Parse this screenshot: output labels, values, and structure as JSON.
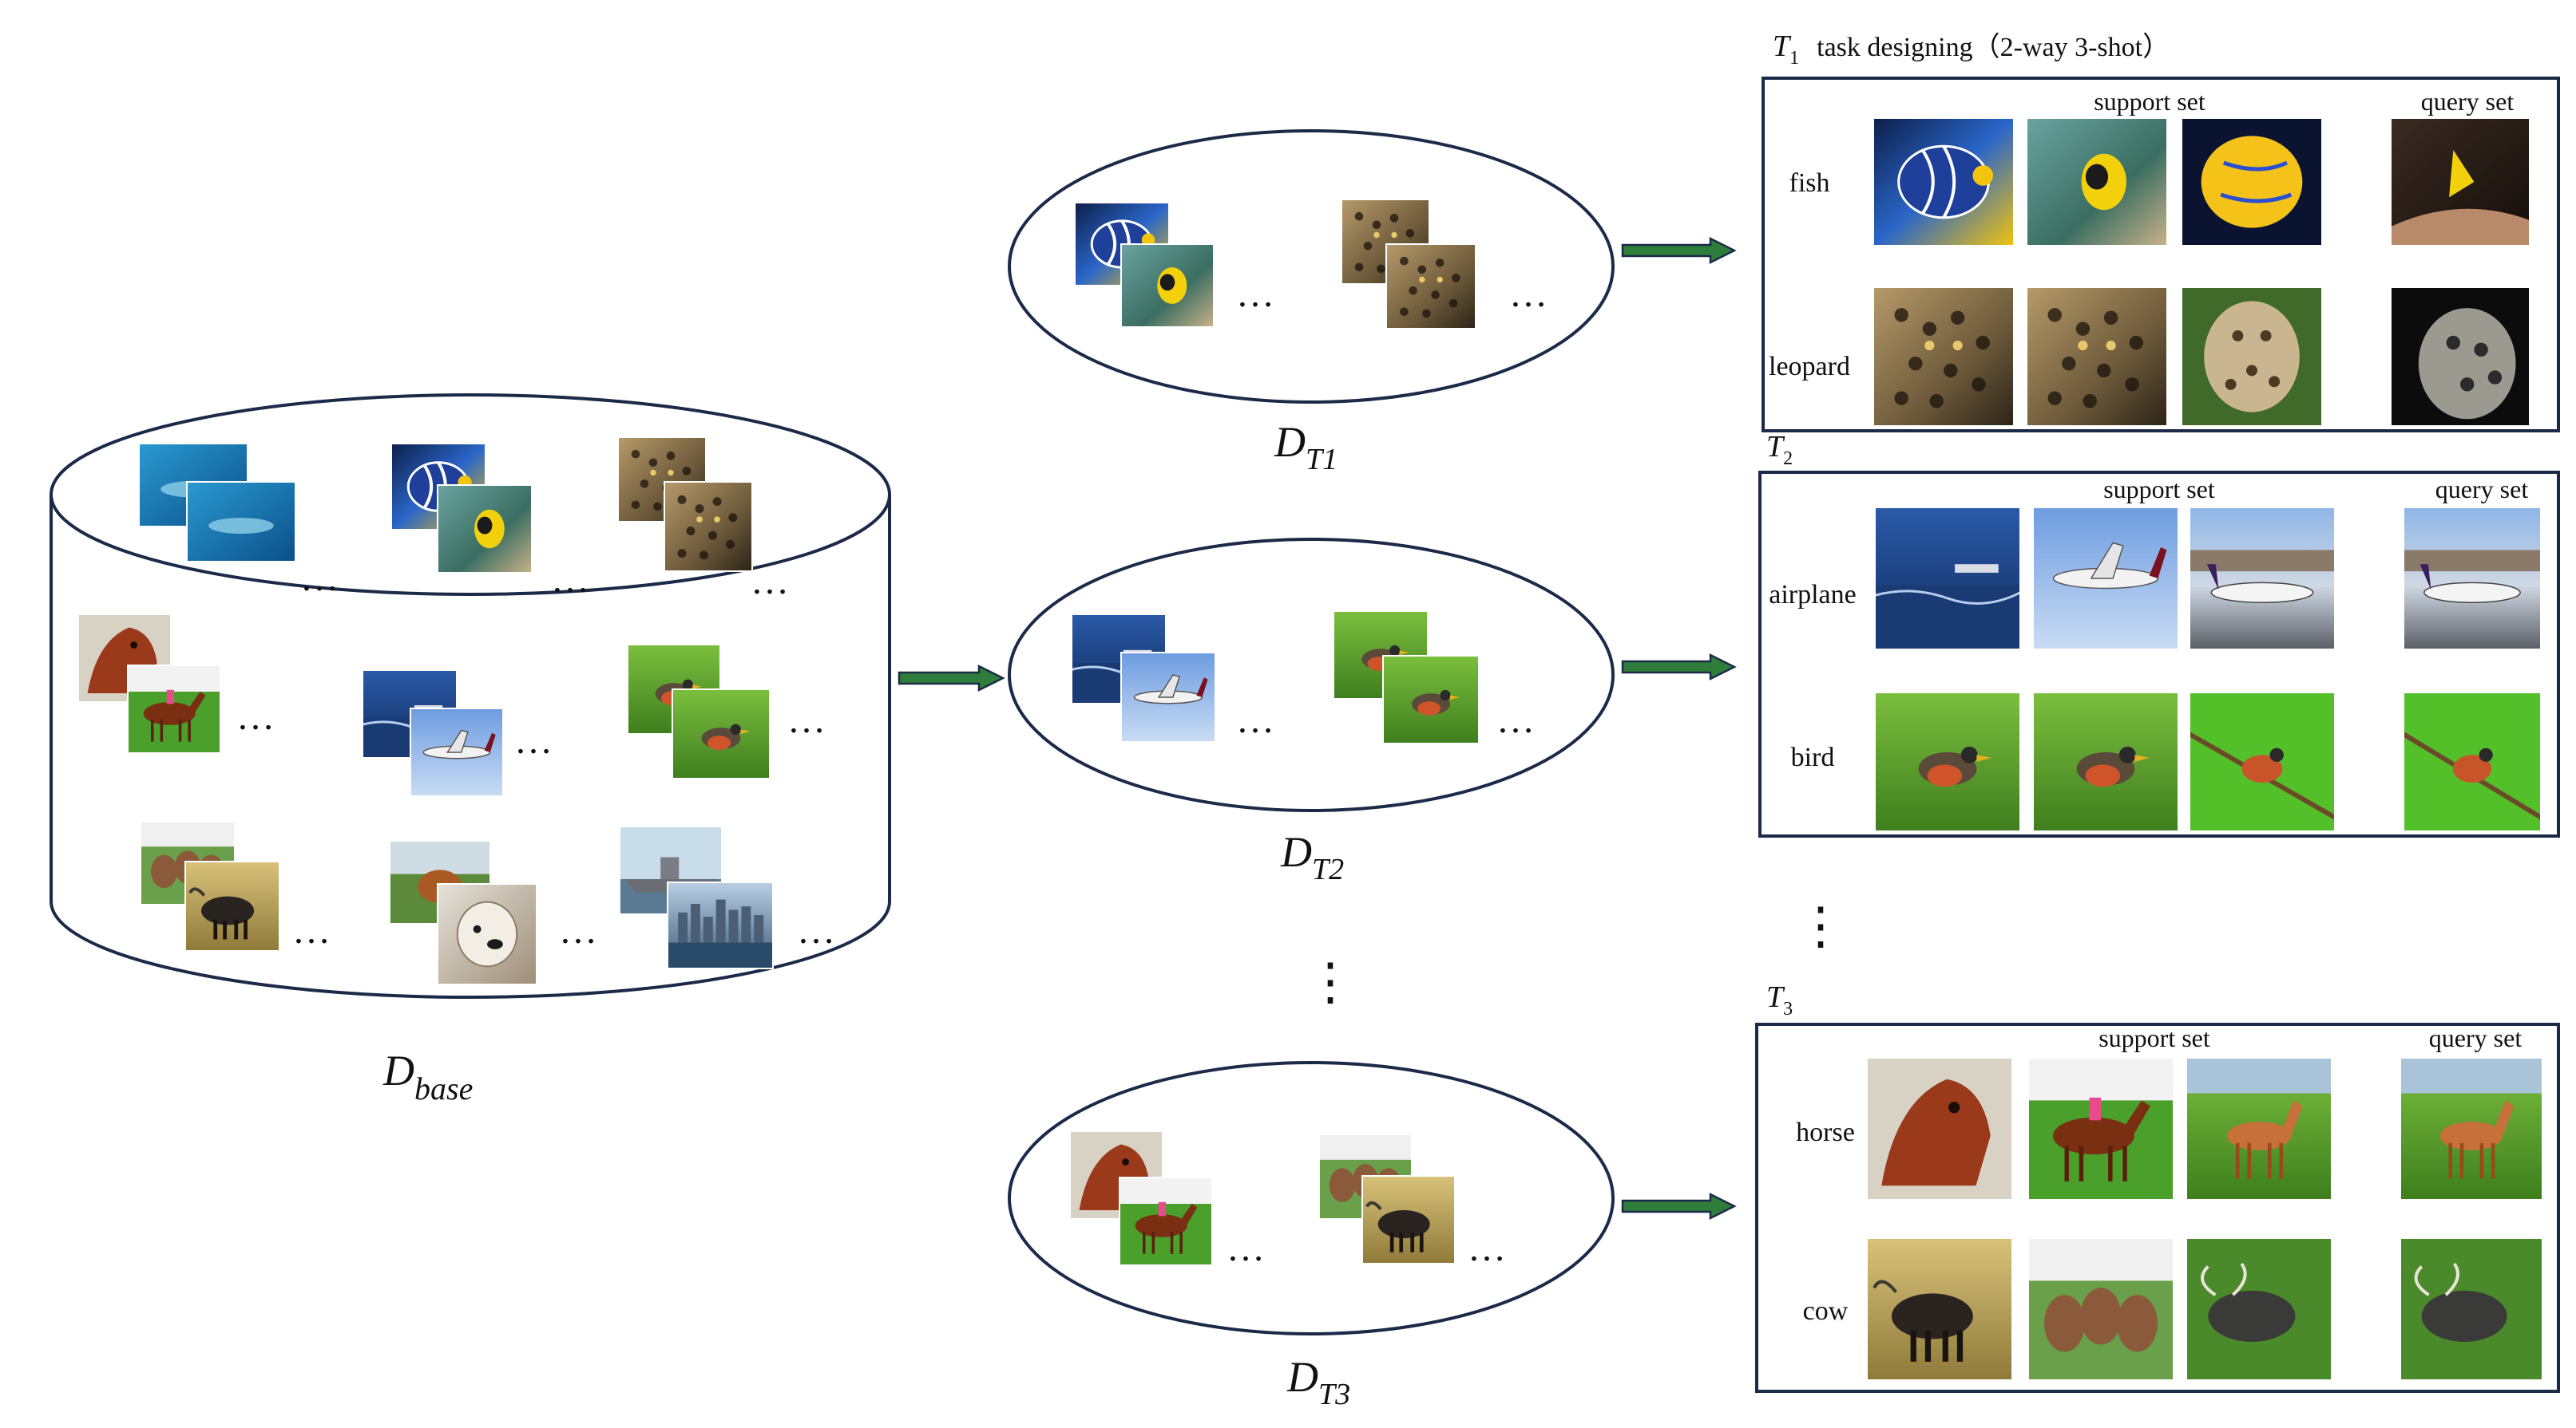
{
  "diagram": {
    "base_label": {
      "main": "D",
      "sub": "base"
    },
    "episodes": [
      {
        "main": "D",
        "sub": "T1"
      },
      {
        "main": "D",
        "sub": "T2"
      },
      {
        "main": "D",
        "sub": "T3"
      }
    ],
    "tasks": [
      {
        "title": {
          "main": "T",
          "sub": "1",
          "desc": "task designing（2-way 3-shot）"
        },
        "support_label": "support set",
        "query_label": "query set",
        "rows": [
          {
            "label": "fish",
            "support": [
              "fish-photo-1",
              "fish-photo-2",
              "fish-photo-3"
            ],
            "query": "fish-query-photo"
          },
          {
            "label": "leopard",
            "support": [
              "leopard-photo-1",
              "leopard-photo-2",
              "leopard-photo-3"
            ],
            "query": "leopard-query-photo"
          }
        ]
      },
      {
        "title": {
          "main": "T",
          "sub": "2",
          "desc": ""
        },
        "support_label": "support set",
        "query_label": "query set",
        "rows": [
          {
            "label": "airplane",
            "support": [
              "airplane-photo-1",
              "airplane-photo-2",
              "airplane-photo-3"
            ],
            "query": "airplane-query-photo"
          },
          {
            "label": "bird",
            "support": [
              "bird-photo-1",
              "bird-photo-2",
              "bird-photo-3"
            ],
            "query": "bird-query-photo"
          }
        ]
      },
      {
        "title": {
          "main": "T",
          "sub": "3",
          "desc": ""
        },
        "support_label": "support set",
        "query_label": "query set",
        "rows": [
          {
            "label": "horse",
            "support": [
              "horse-photo-1",
              "horse-photo-2",
              "horse-photo-3"
            ],
            "query": "horse-query-photo"
          },
          {
            "label": "cow",
            "support": [
              "cow-photo-1",
              "cow-photo-2",
              "cow-photo-3"
            ],
            "query": "cow-query-photo"
          }
        ]
      }
    ],
    "ellipsis": "…",
    "vertical_dots": "⋮",
    "colors": {
      "outline": "#1c2a4a",
      "arrow": "#2e7d3a",
      "arrow_outline": "#1c2a4a",
      "text": "#111111"
    }
  }
}
